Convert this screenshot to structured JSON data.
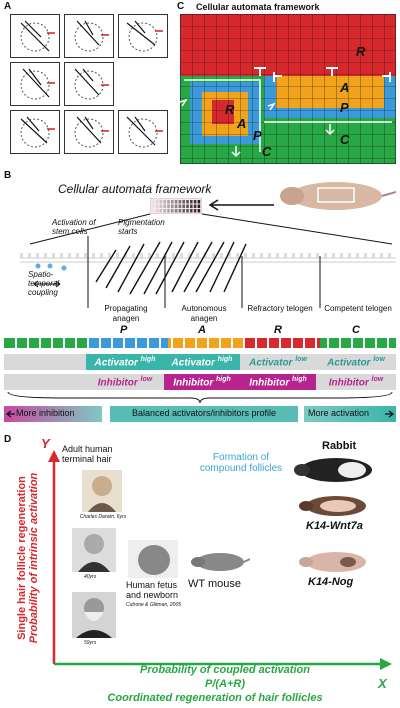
{
  "panel_labels": {
    "a": "A",
    "b": "B",
    "c": "C",
    "d": "D"
  },
  "panel_c": {
    "title": "Cellular automata framework",
    "letters": {
      "r_top": "R",
      "a_top": "A",
      "p_right": "P",
      "c_right": "C",
      "r_inner": "R",
      "a_inner": "A",
      "p_inner": "P",
      "c_left": "C"
    },
    "colors": {
      "red": "#d7282e",
      "orange": "#f2a31c",
      "blue": "#3b9ad9",
      "green": "#27a844"
    }
  },
  "panel_b": {
    "title": "Cellular automata framework",
    "annotations": {
      "activation": "Activation of stem cells",
      "pigmentation": "Pigmentation starts",
      "coupling": "Spatio-temporal coupling"
    },
    "phases": [
      {
        "name": "Propagating anagen",
        "letter": "P"
      },
      {
        "name": "Autonomous anagen",
        "letter": "A"
      },
      {
        "name": "Refractory telogen",
        "letter": "R"
      },
      {
        "name": "Competent telogen",
        "letter": "C"
      }
    ],
    "activator_row": [
      {
        "label": "Activator",
        "level": "high"
      },
      {
        "label": "Activator",
        "level": "high"
      },
      {
        "label": "Activator",
        "level": "low"
      },
      {
        "label": "Activator",
        "level": "low"
      }
    ],
    "inhibitor_row": [
      {
        "label": "Inhibitor",
        "level": "low"
      },
      {
        "label": "Inhibitor",
        "level": "high"
      },
      {
        "label": "Inhibitor",
        "level": "high"
      },
      {
        "label": "Inhibitor",
        "level": "low"
      }
    ],
    "bottom": {
      "left": "More inhibition",
      "middle": "Balanced activators/inhibitors profile",
      "right": "More activation"
    }
  },
  "panel_d": {
    "y_label_1": "Single hair follicle regeneration",
    "y_label_2": "Probability of intrinsic activation",
    "y_letter": "Y",
    "x_label_1": "Probability of coupled activation",
    "x_label_2": "P/(A+R)",
    "x_label_3": "Coordinated regeneration of hair follicles",
    "x_letter": "X",
    "adult": "Adult human terminal hair",
    "darwin": "Charles Darwin, 6yrs",
    "age_40": "40yrs",
    "age_59": "59yrs",
    "fetus": "Human fetus and newborn",
    "fetus_ref": "Cutrone & Glitman, 2005",
    "wt": "WT mouse",
    "compound": "Formation of compound follicles",
    "rabbit": "Rabbit",
    "wnt": "K14-Wnt7a",
    "nog": "K14-Nog"
  }
}
